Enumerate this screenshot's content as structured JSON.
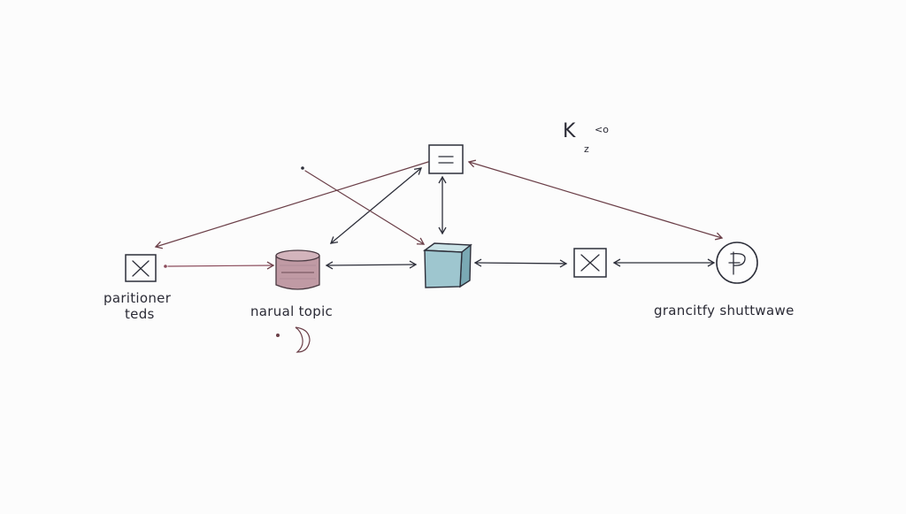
{
  "diagram": {
    "nodes": {
      "top_box": {
        "glyph": "="
      },
      "partitioner": {
        "glyph": "×",
        "label_line1": "paritioner",
        "label_line2": "teds"
      },
      "topic_db": {
        "label": "narual topic"
      },
      "cube": {
        "fill": "#9ec6cf",
        "top_fill": "#c9e2e6"
      },
      "mid_x_box": {
        "glyph": "×"
      },
      "circle_p": {
        "glyph": "P",
        "label": "grancitfy shuttwawe"
      }
    },
    "annotation": {
      "main": "K",
      "suffix": "<o",
      "sub": "z"
    },
    "colors": {
      "ink": "#2d2f3a",
      "red_ink": "#8a4a5a",
      "db_fill": "#b98b97"
    }
  }
}
